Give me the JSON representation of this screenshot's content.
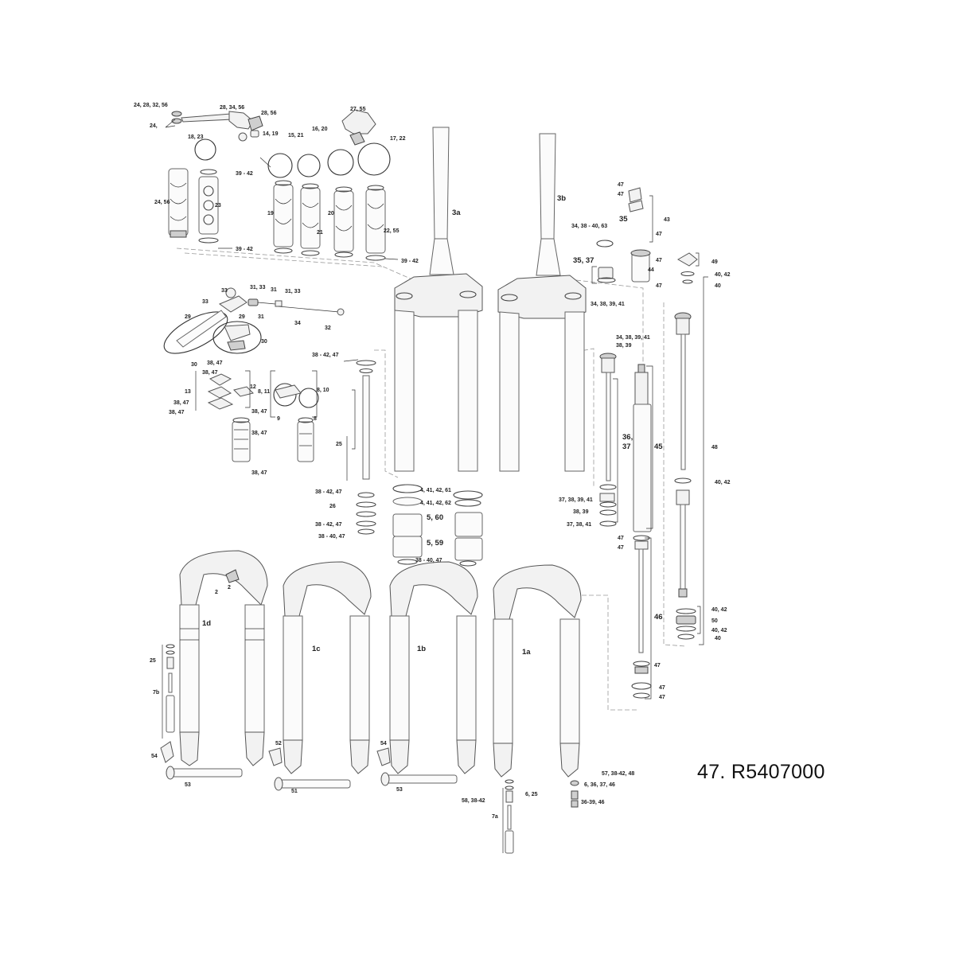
{
  "part_number_caption": "47. R5407000",
  "labels": {
    "l_24_28_32_56": "24, 28, 32, 56",
    "l_28_34_56": "28, 34, 56",
    "l_28_56": "28, 56",
    "l_24": "24,",
    "l_27_55": "27, 55",
    "l_18_23": "18, 23",
    "l_14_19": "14, 19",
    "l_15_21": "15, 21",
    "l_16_20": "16, 20",
    "l_17_22": "17, 22",
    "l_39_42_a": "39 - 42",
    "l_24_56": "24, 56",
    "l_23": "23",
    "l_19": "19",
    "l_21": "21",
    "l_20": "20",
    "l_22_55": "22, 55",
    "l_39_42_b": "39 - 42",
    "l_39_42_c": "39 - 42",
    "l_3a": "3a",
    "l_3b": "3b",
    "l_47_a": "47",
    "l_47_b": "47",
    "l_43": "43",
    "l_35": "35",
    "l_47_c": "47",
    "l_34_38_40_63": "34, 38 - 40, 63",
    "l_35_37": "35, 37",
    "l_47_d": "47",
    "l_44": "44",
    "l_47_e": "47",
    "l_34_38_39_41_a": "34, 38, 39, 41",
    "l_49": "49",
    "l_40_42_a": "40, 42",
    "l_40_a": "40",
    "l_33_a": "33",
    "l_31_33_a": "31, 33",
    "l_31_a": "31",
    "l_31_33_b": "31, 33",
    "l_33_b": "33",
    "l_29_a": "29",
    "l_29_b": "29",
    "l_31_b": "31",
    "l_34": "34",
    "l_32": "32",
    "l_30_a": "30",
    "l_30_b": "30",
    "l_38_47_a": "38, 47",
    "l_38_47_b": "38, 47",
    "l_13": "13",
    "l_12": "12",
    "l_8_11": "8, 11",
    "l_8_10": "8, 10",
    "l_38_47_c": "38, 47",
    "l_38_47_d": "38, 47",
    "l_38_47_e": "38, 47",
    "l_9": "9",
    "l_8": "8",
    "l_38_47_f": "38, 47",
    "l_38_47_g": "38, 47",
    "l_38_42_47_a": "38 - 42, 47",
    "l_34_38_39_41_b": "34, 38, 39, 41",
    "l_38_39_a": "38, 39",
    "l_25_a": "25",
    "l_36_37": "36,\n37",
    "l_45": "45",
    "l_48": "48",
    "l_4_41_42_61": "4, 41, 42, 61",
    "l_4_41_42_62": "4, 41, 42, 62",
    "l_5_60": "5, 60",
    "l_5_59": "5, 59",
    "l_38_40_47_a": "38 - 40, 47",
    "l_38_42_47_b": "38 - 42, 47",
    "l_26": "26",
    "l_38_42_47_c": "38 - 42, 47",
    "l_38_40_47_b": "38 - 40, 47",
    "l_40_42_b": "40, 42",
    "l_37_38_39_41": "37, 38, 39, 41",
    "l_38_39_b": "38, 39",
    "l_37_38_41": "37, 38, 41",
    "l_47_f": "47",
    "l_47_g": "47",
    "l_46": "46",
    "l_40_42_c": "40, 42",
    "l_50": "50",
    "l_40_42_d": "40, 42",
    "l_40_b": "40",
    "l_47_h": "47",
    "l_47_i": "47",
    "l_47_j": "47",
    "l_2_a": "2",
    "l_2_b": "2",
    "l_1d": "1d",
    "l_1c": "1c",
    "l_1b": "1b",
    "l_1a": "1a",
    "l_25_b": "25",
    "l_7b": "7b",
    "l_54_a": "54",
    "l_53_a": "53",
    "l_52": "52",
    "l_51": "51",
    "l_54_b": "54",
    "l_53_b": "53",
    "l_57_38_42_48": "57, 38-42, 48",
    "l_6_36_37_46": "6, 36, 37, 46",
    "l_36_39_46": "36-39, 46",
    "l_58_38_42": "58, 38-42",
    "l_6_25": "6, 25",
    "l_7a": "7a"
  }
}
